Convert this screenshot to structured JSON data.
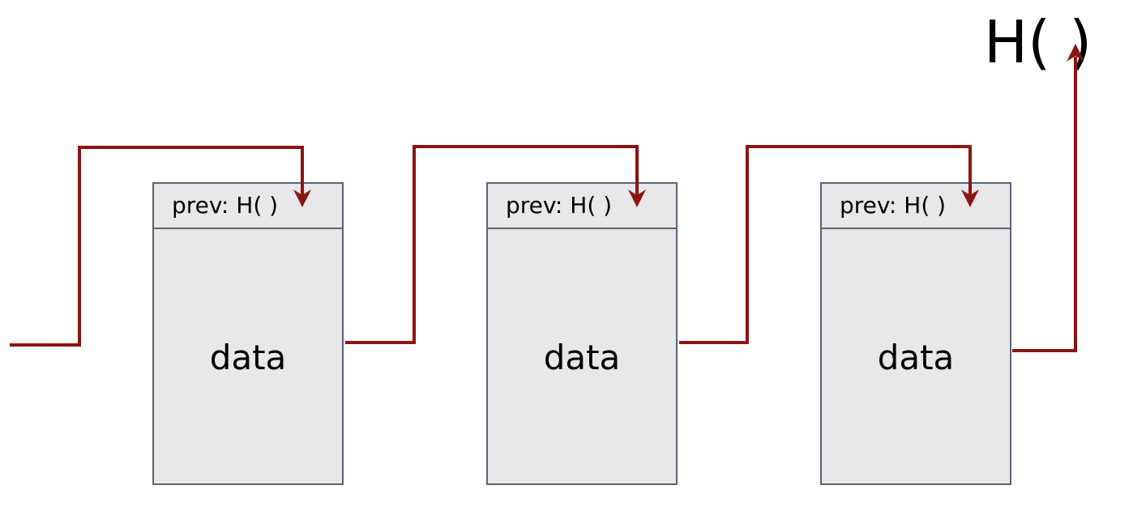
{
  "blocks": [
    {
      "prev_label": "prev: H(  )",
      "data_label": "data"
    },
    {
      "prev_label": "prev: H(  )",
      "data_label": "data"
    },
    {
      "prev_label": "prev: H(  )",
      "data_label": "data"
    }
  ],
  "head_hash_label": "H(    )",
  "colors": {
    "arrow": "#8b1414",
    "block_fill": "#e8e8e8",
    "block_border": "#5a6478"
  }
}
